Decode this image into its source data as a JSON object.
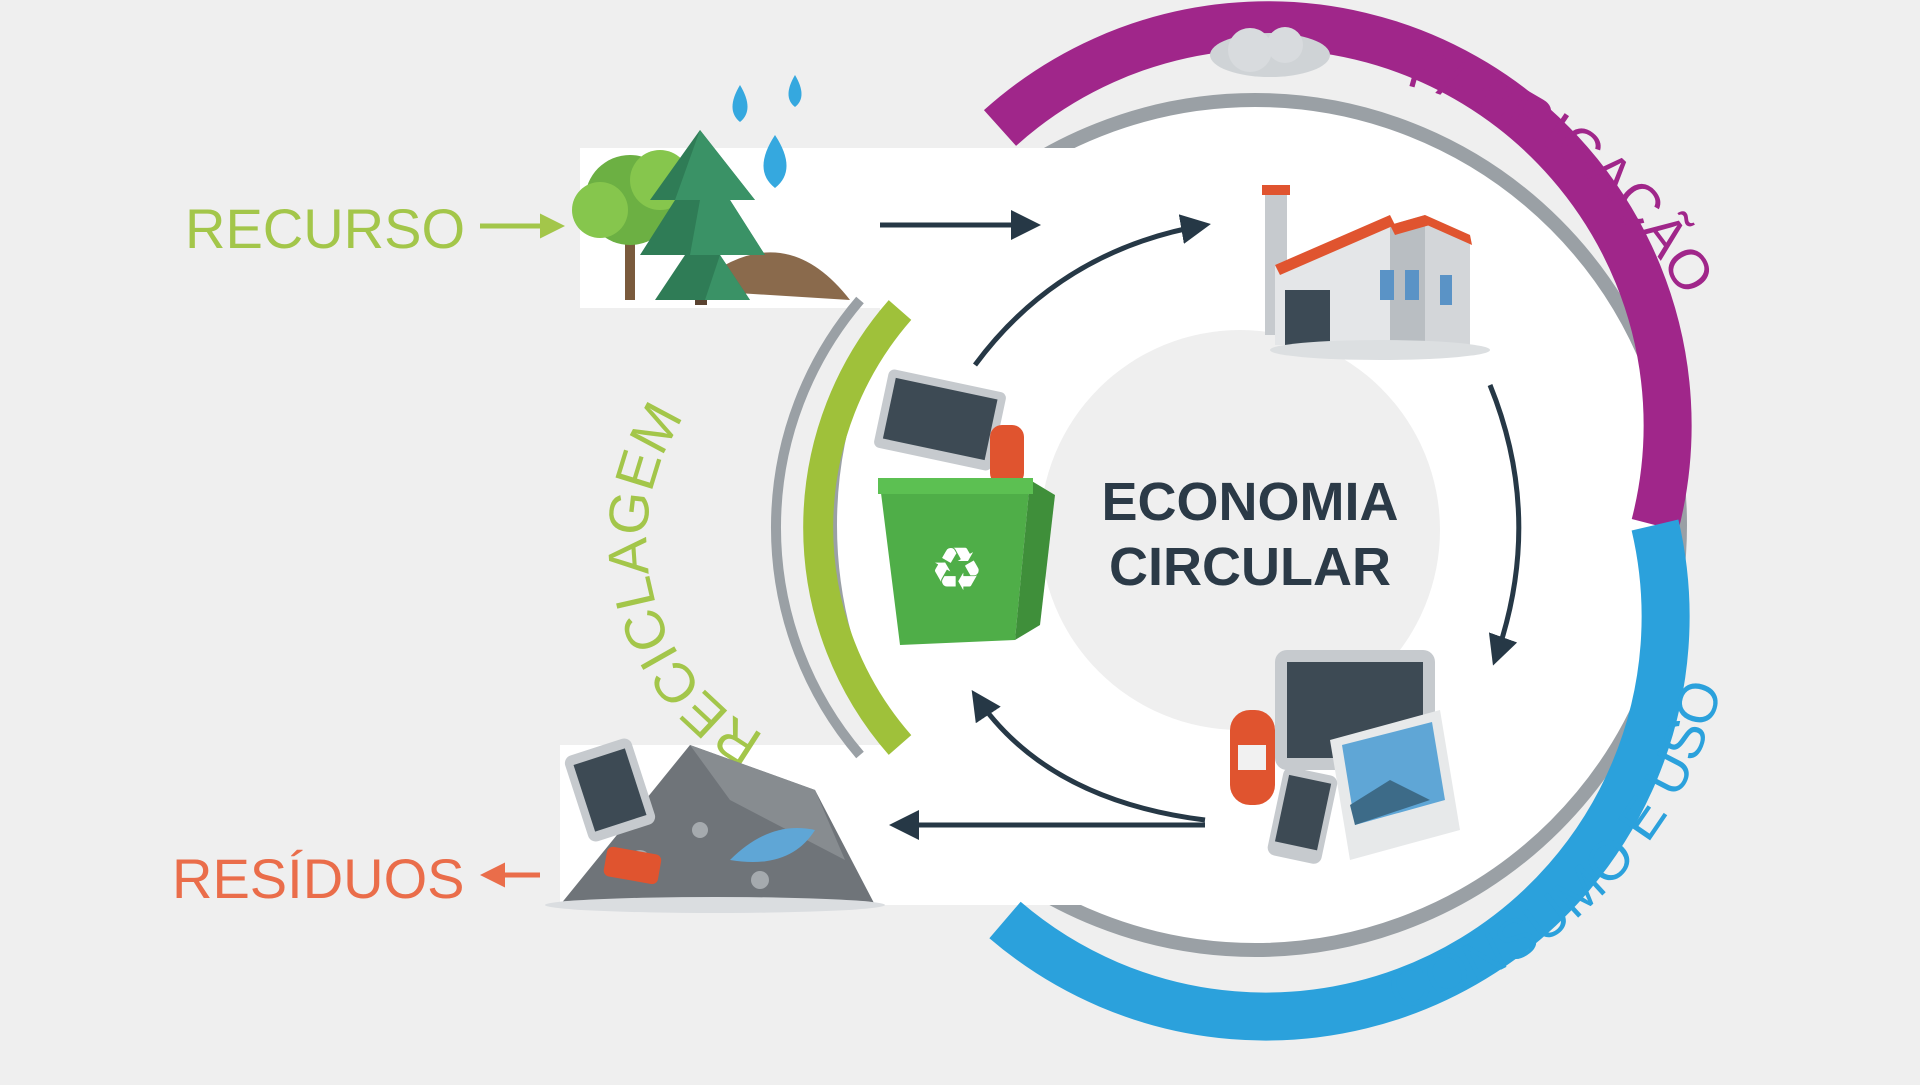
{
  "title": {
    "line1": "ECONOMIA",
    "line2": "CIRCULAR"
  },
  "stages": {
    "recurso": "RECURSO",
    "fabricacao": "FABRICAÇÃO",
    "consumo": "CONSUMO E USO",
    "reciclagem": "RECICLAGEM",
    "residuos": "RESÍDUOS"
  },
  "colors": {
    "background": "#efefef",
    "fabricacao": "#a0268a",
    "consumo": "#2ba1dc",
    "reciclagem": "#9fc13a",
    "recurso": "#a3c64a",
    "residuos": "#ea6d4a",
    "ring_gray": "#9aa0a5",
    "arrow": "#263846",
    "title": "#2b3a47"
  },
  "icons": [
    "tree-icon",
    "water-drop-icon",
    "factory-icon",
    "devices-icon",
    "recycle-bin-icon",
    "waste-pile-icon"
  ]
}
